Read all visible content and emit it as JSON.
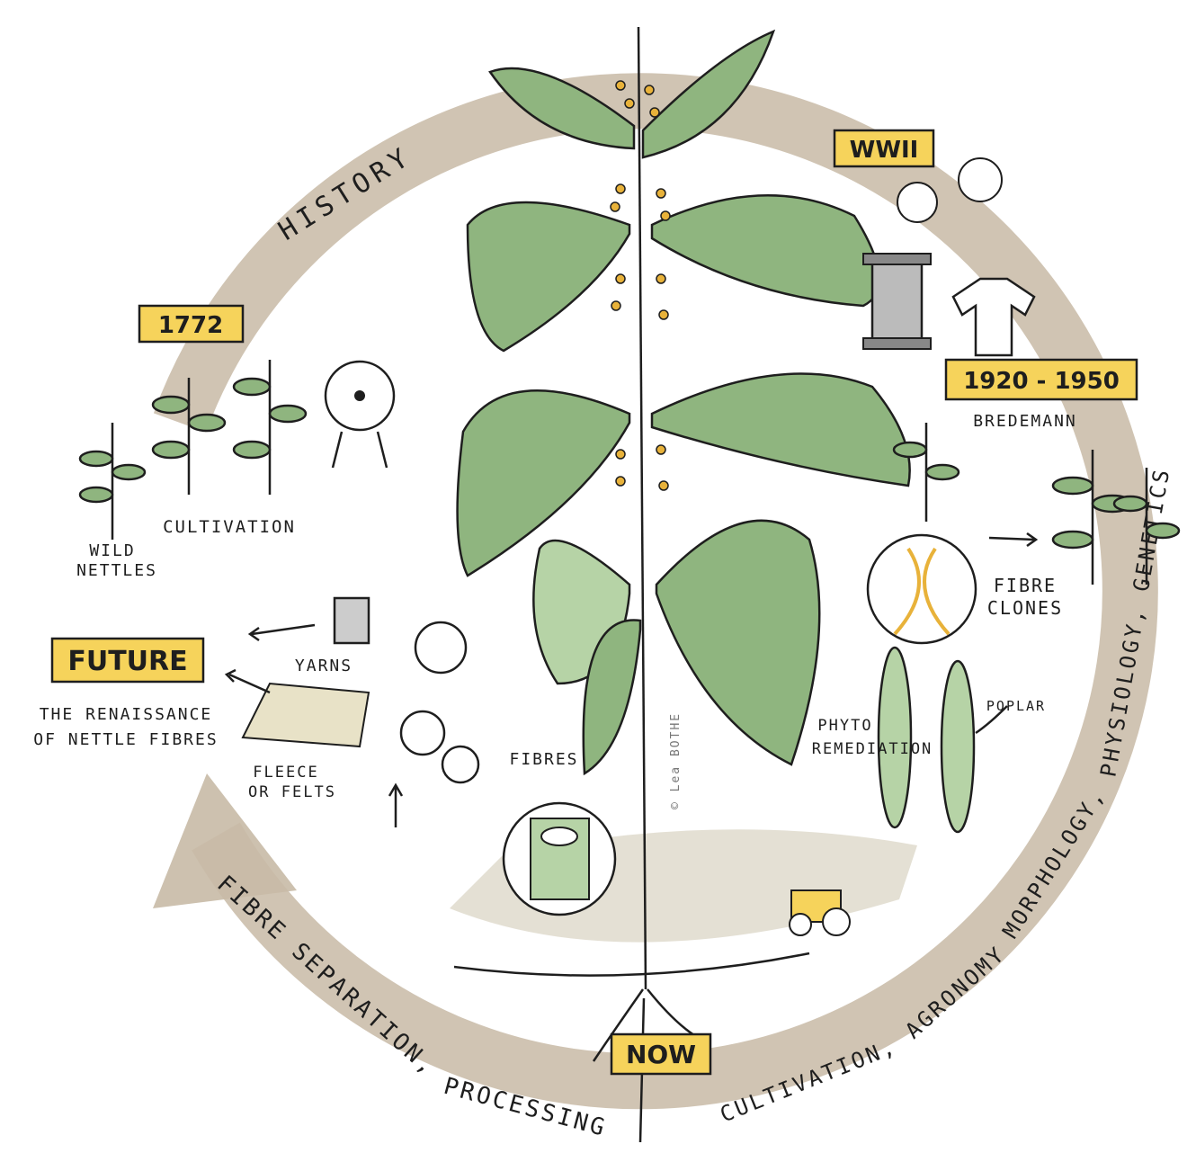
{
  "arc_labels": {
    "history": "HISTORY",
    "morphology": "MORPHOLOGY,",
    "physiology": "PHYSIOLOGY, GENETICS",
    "cultivation": "CULTIVATION,",
    "agronomy": "AGRONOMY",
    "fibre_separation": "FIBRE SEPARATION,",
    "processing": "PROCESSING"
  },
  "timeline_boxes": {
    "y1772": "1772",
    "wwii": "WWII",
    "y1920_1950": "1920 - 1950",
    "future": "FUTURE",
    "now": "NOW"
  },
  "annotations": {
    "wild_nettles_1": "WILD",
    "wild_nettles_2": "NETTLES",
    "cultivation": "CULTIVATION",
    "bredemann": "BREDEMANN",
    "fibre_clones_1": "FIBRE",
    "fibre_clones_2": "CLONES",
    "yarns": "YARNS",
    "renaissance_1": "THE RENAISSANCE",
    "renaissance_2": "OF NETTLE FIBRES",
    "fleece_1": "FLEECE",
    "fleece_2": "OR FELTS",
    "fibres": "FIBRES",
    "phyto_1": "PHYTO",
    "phyto_2": "REMEDIATION",
    "poplar": "POPLAR",
    "copyright": "© Lea BOTHE"
  },
  "colors": {
    "arrow": "#c8baa6",
    "label_box": "#f6d35b",
    "leaf": "#8fb57f",
    "seed": "#e8b23a"
  }
}
